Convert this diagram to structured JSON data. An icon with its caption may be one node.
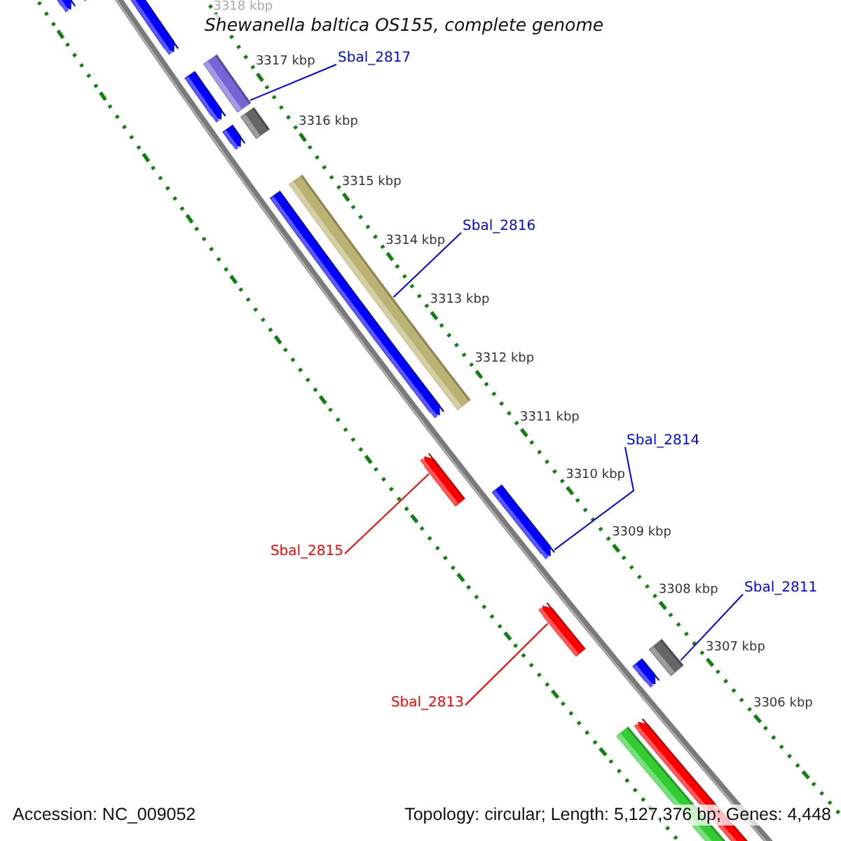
{
  "diagram": {
    "title": "Shewanella baltica OS155, complete genome",
    "nodes": [
      {
        "text": [
          "Sbal_2817"
        ]
      },
      {
        "text": [
          "Sbal_2816"
        ]
      },
      {
        "text": [
          "Sbal_2814"
        ]
      },
      {
        "text": [
          "Sbal_2811"
        ]
      },
      {
        "text": [
          "Sbal_2815"
        ]
      },
      {
        "text": [
          "Sbal_2813"
        ]
      },
      {
        "text": [],
        "shape": "bar"
      },
      {
        "text": [],
        "shape": "bar"
      },
      {
        "text": [],
        "shape": "bar"
      },
      {
        "text": [],
        "shape": "bar"
      },
      {
        "text": [],
        "shape": "bar"
      },
      {
        "text": [],
        "shape": "bar"
      }
    ],
    "edges": [
      {
        "from": 0,
        "to": 6,
        "arrow": "none"
      },
      {
        "from": 1,
        "to": 7,
        "arrow": "none"
      },
      {
        "from": 2,
        "to": 8,
        "arrow": "none"
      },
      {
        "from": 3,
        "to": 9,
        "arrow": "none"
      },
      {
        "from": 4,
        "to": 10,
        "arrow": "none",
        "color": "#ff0000"
      },
      {
        "from": 5,
        "to": 11,
        "arrow": "none",
        "color": "#ff0000"
      }
    ],
    "labels": [
      "3318 kbp",
      "3317 kbp",
      "3316 kbp",
      "3315 kbp",
      "3314 kbp",
      "3313 kbp",
      "3312 kbp",
      "3311 kbp",
      "3310 kbp",
      "3309 kbp",
      "3308 kbp",
      "3307 kbp",
      "3306 kbp",
      "Accession: NC_009052",
      "Topology: circular; Length: 5,127,376 bp; Genes: 4,448"
    ]
  }
}
